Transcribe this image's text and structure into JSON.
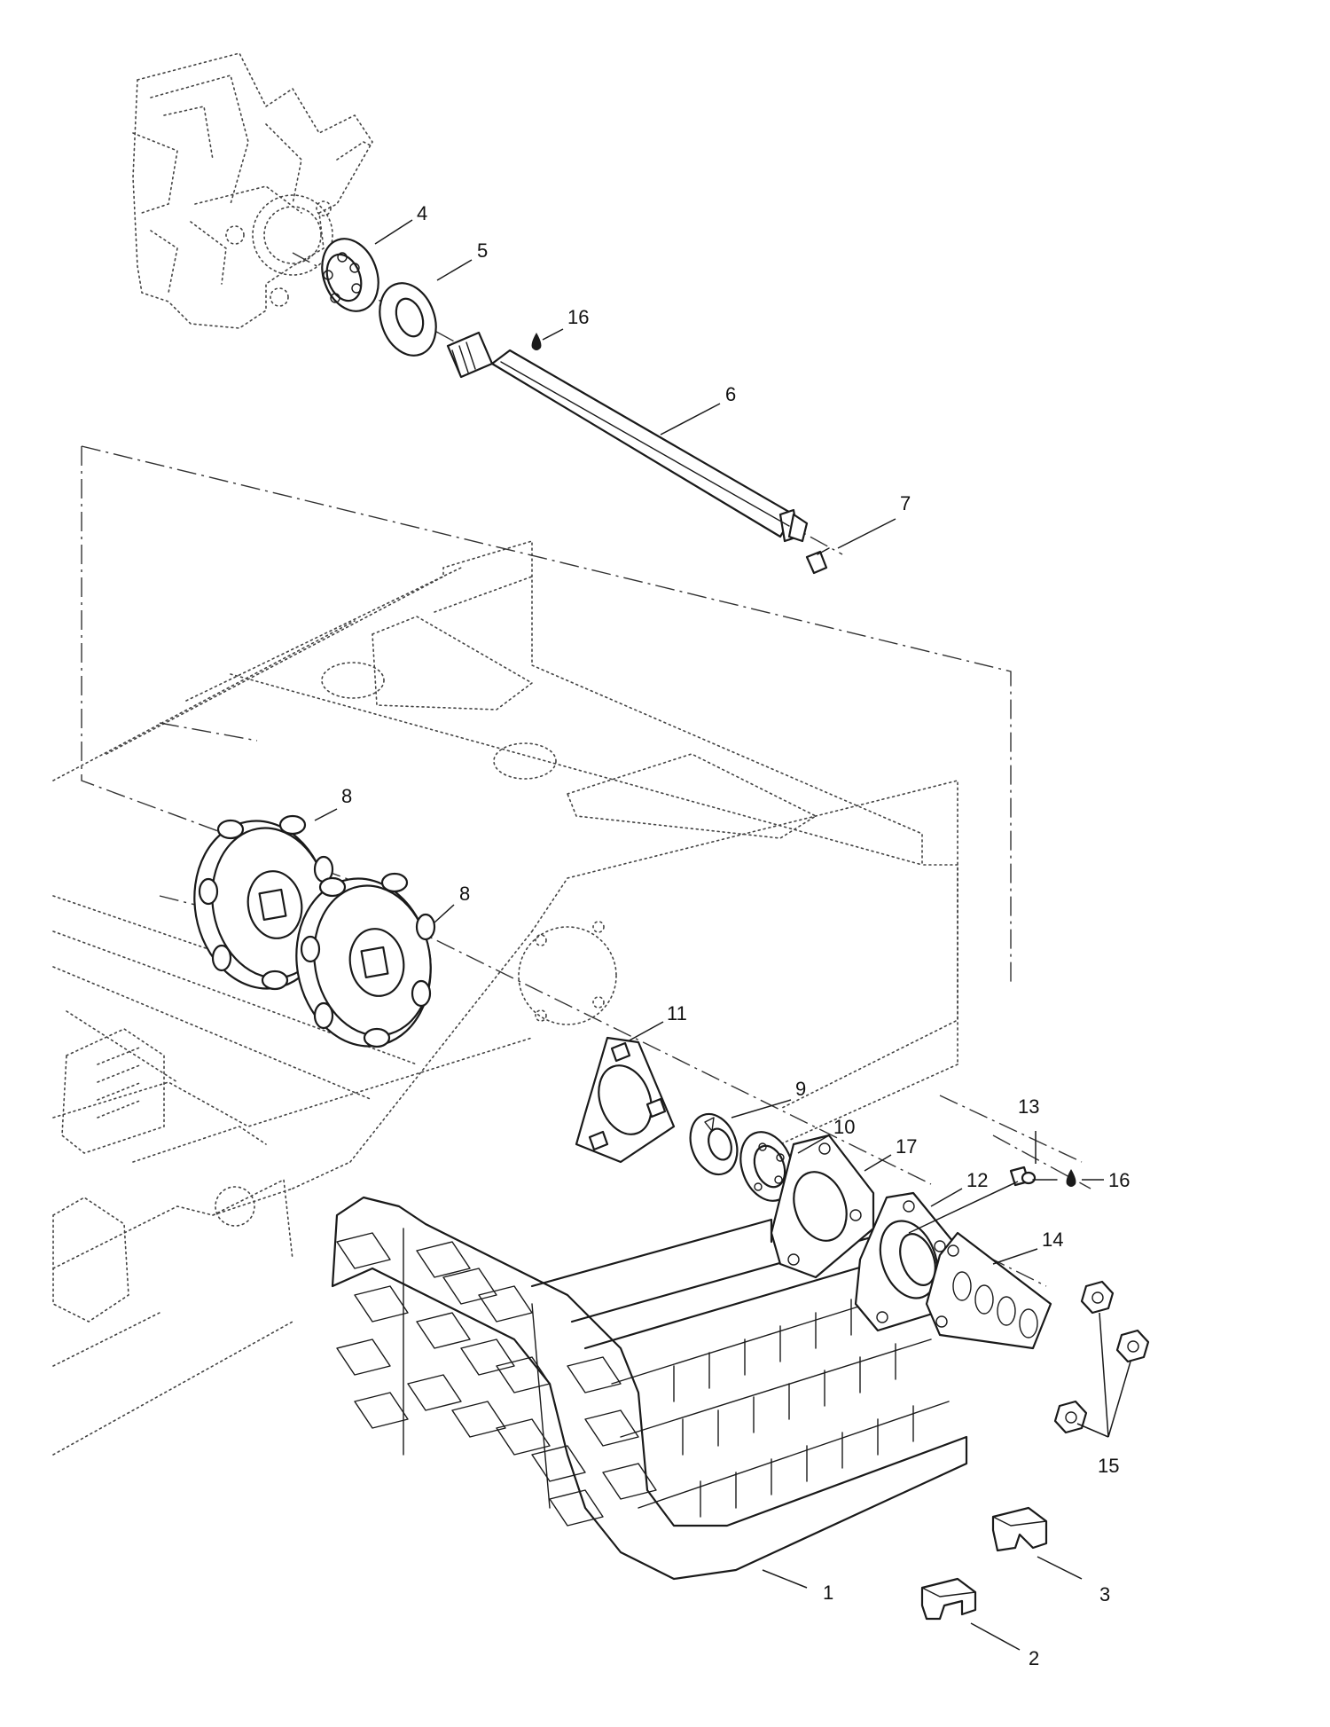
{
  "diagram": {
    "callouts": [
      {
        "id": "c1",
        "label": "1"
      },
      {
        "id": "c2",
        "label": "2"
      },
      {
        "id": "c3",
        "label": "3"
      },
      {
        "id": "c4",
        "label": "4"
      },
      {
        "id": "c5",
        "label": "5"
      },
      {
        "id": "c6",
        "label": "6"
      },
      {
        "id": "c7",
        "label": "7"
      },
      {
        "id": "c8a",
        "label": "8"
      },
      {
        "id": "c8b",
        "label": "8"
      },
      {
        "id": "c9",
        "label": "9"
      },
      {
        "id": "c10",
        "label": "10"
      },
      {
        "id": "c11",
        "label": "11"
      },
      {
        "id": "c12",
        "label": "12"
      },
      {
        "id": "c13",
        "label": "13"
      },
      {
        "id": "c14",
        "label": "14"
      },
      {
        "id": "c15",
        "label": "15"
      },
      {
        "id": "c16a",
        "label": "16"
      },
      {
        "id": "c16b",
        "label": "16"
      },
      {
        "id": "c17",
        "label": "17"
      }
    ]
  }
}
